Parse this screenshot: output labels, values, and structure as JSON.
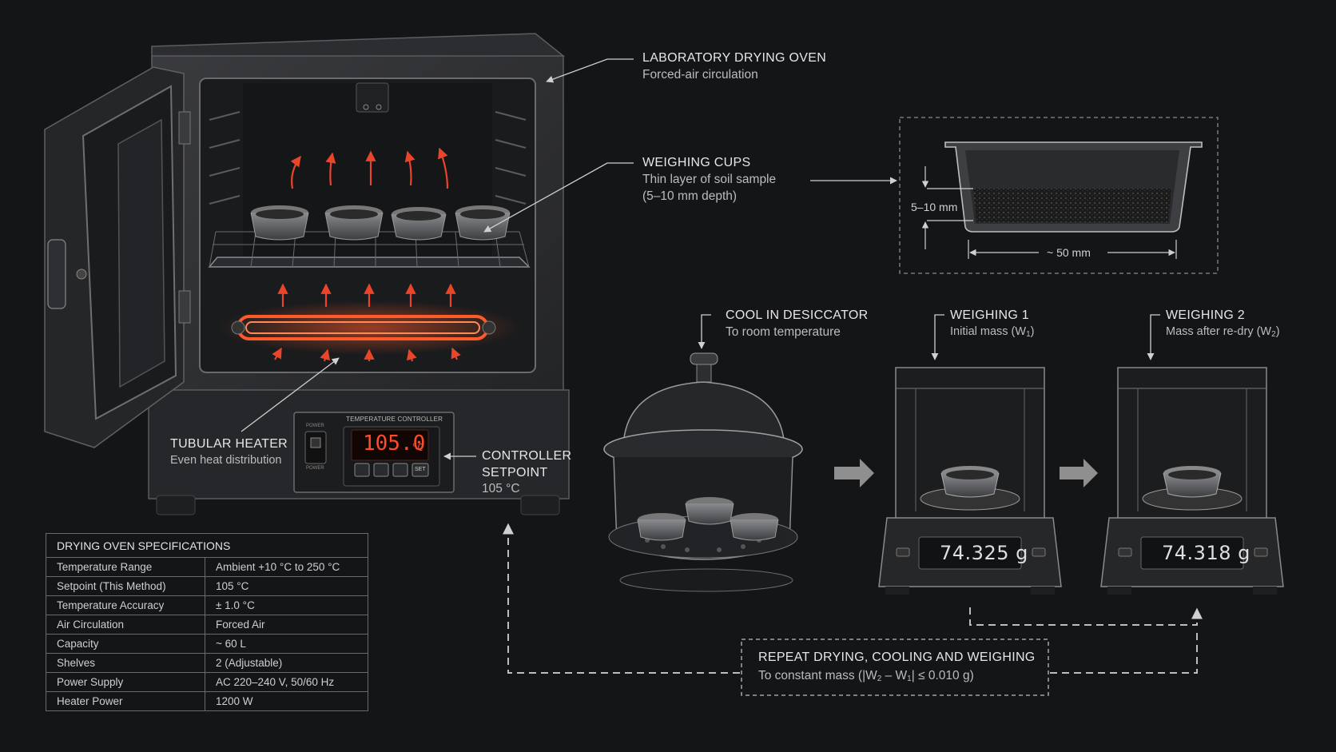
{
  "callouts": {
    "oven": {
      "title": "LABORATORY DRYING OVEN",
      "subtitle": "Forced-air circulation"
    },
    "cups": {
      "title": "WEIGHING CUPS",
      "line1": "Thin layer of soil sample",
      "line2": "(5–10 mm depth)"
    },
    "heater": {
      "title": "TUBULAR HEATER",
      "subtitle": "Even heat distribution"
    },
    "controller": {
      "line1": "CONTROLLER",
      "line2": "SETPOINT",
      "line3": "105 °C"
    },
    "desiccator": {
      "title": "COOL IN DESICCATOR",
      "subtitle": "To room temperature"
    },
    "weighing1": {
      "title": "WEIGHING 1",
      "subtitle_pre": "Initial mass (W",
      "subtitle_sub": "1",
      "subtitle_post": ")"
    },
    "weighing2": {
      "title": "WEIGHING 2",
      "subtitle_pre": "Mass after re-dry (W",
      "subtitle_sub": "2",
      "subtitle_post": ")"
    },
    "repeat": {
      "title": "REPEAT DRYING, COOLING AND WEIGHING",
      "sub_a": "To constant mass (|W",
      "sub_b": "2",
      "sub_c": " – W",
      "sub_d": "1",
      "sub_e": "| ≤ 0.010 g)"
    }
  },
  "cup_detail": {
    "depth_label": "5–10 mm",
    "width_label": "~ 50 mm"
  },
  "controller_panel": {
    "title": "TEMPERATURE CONTROLLER",
    "display_value": "105.0",
    "display_unit": "°C",
    "power_top": "POWER",
    "power_bottom": "POWER",
    "set_button": "SET"
  },
  "scales": {
    "scale1_reading": "74.325 g",
    "scale2_reading": "74.318 g"
  },
  "specs": {
    "title": "DRYING OVEN SPECIFICATIONS",
    "rows": [
      {
        "k": "Temperature Range",
        "v": "Ambient +10 °C to 250 °C"
      },
      {
        "k": "Setpoint (This Method)",
        "v": "105 °C"
      },
      {
        "k": "Temperature Accuracy",
        "v": "± 1.0 °C"
      },
      {
        "k": "Air Circulation",
        "v": "Forced Air"
      },
      {
        "k": "Capacity",
        "v": "~ 60 L"
      },
      {
        "k": "Shelves",
        "v": "2 (Adjustable)"
      },
      {
        "k": "Power Supply",
        "v": "AC 220–240 V, 50/60 Hz"
      },
      {
        "k": "Heater Power",
        "v": "1200 W"
      }
    ]
  },
  "colors": {
    "background": "#141517",
    "heat": "#e8452a",
    "line": "#cfcfcf"
  }
}
